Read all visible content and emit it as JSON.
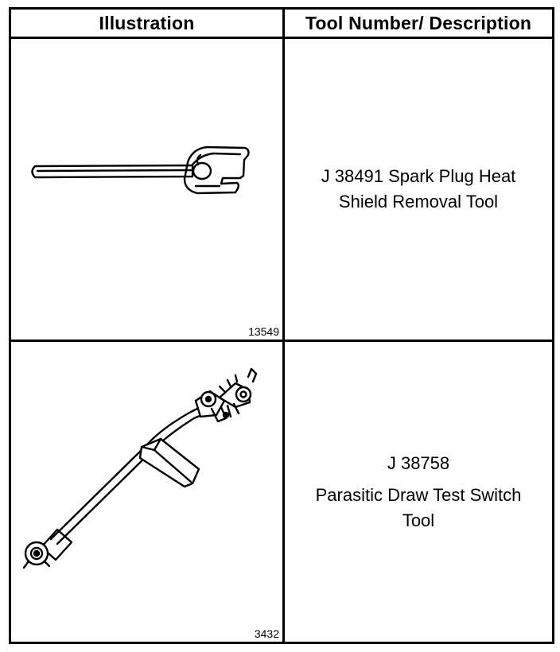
{
  "table": {
    "headers": {
      "illustration": "Illustration",
      "description": "Tool Number/ Description"
    },
    "rows": [
      {
        "figure_number": "13549",
        "tool_number": "J 38491",
        "line1": "J 38491 Spark Plug Heat",
        "line2": "Shield Removal Tool",
        "icon": "spark-plug-heat-shield-removal-tool-icon"
      },
      {
        "figure_number": "3432",
        "tool_number": "J 38758",
        "line1": "Parasitic Draw Test Switch",
        "line2": "Tool",
        "icon": "parasitic-draw-test-switch-tool-icon"
      }
    ]
  }
}
